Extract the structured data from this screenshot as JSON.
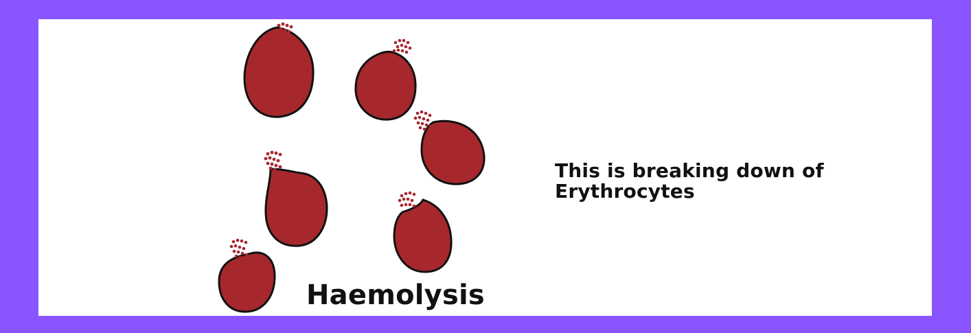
{
  "description": {
    "line1": "This is breaking down of",
    "line2": "Erythrocytes"
  },
  "caption": "Haemolysis",
  "colors": {
    "border": "#8a55ff",
    "background": "#ffffff",
    "cell": "#a6282c",
    "outline": "#111111",
    "text": "#111111"
  },
  "icons": {
    "cell": "ruptured-erythrocyte-icon",
    "particles": "hemoglobin-particles-icon"
  }
}
